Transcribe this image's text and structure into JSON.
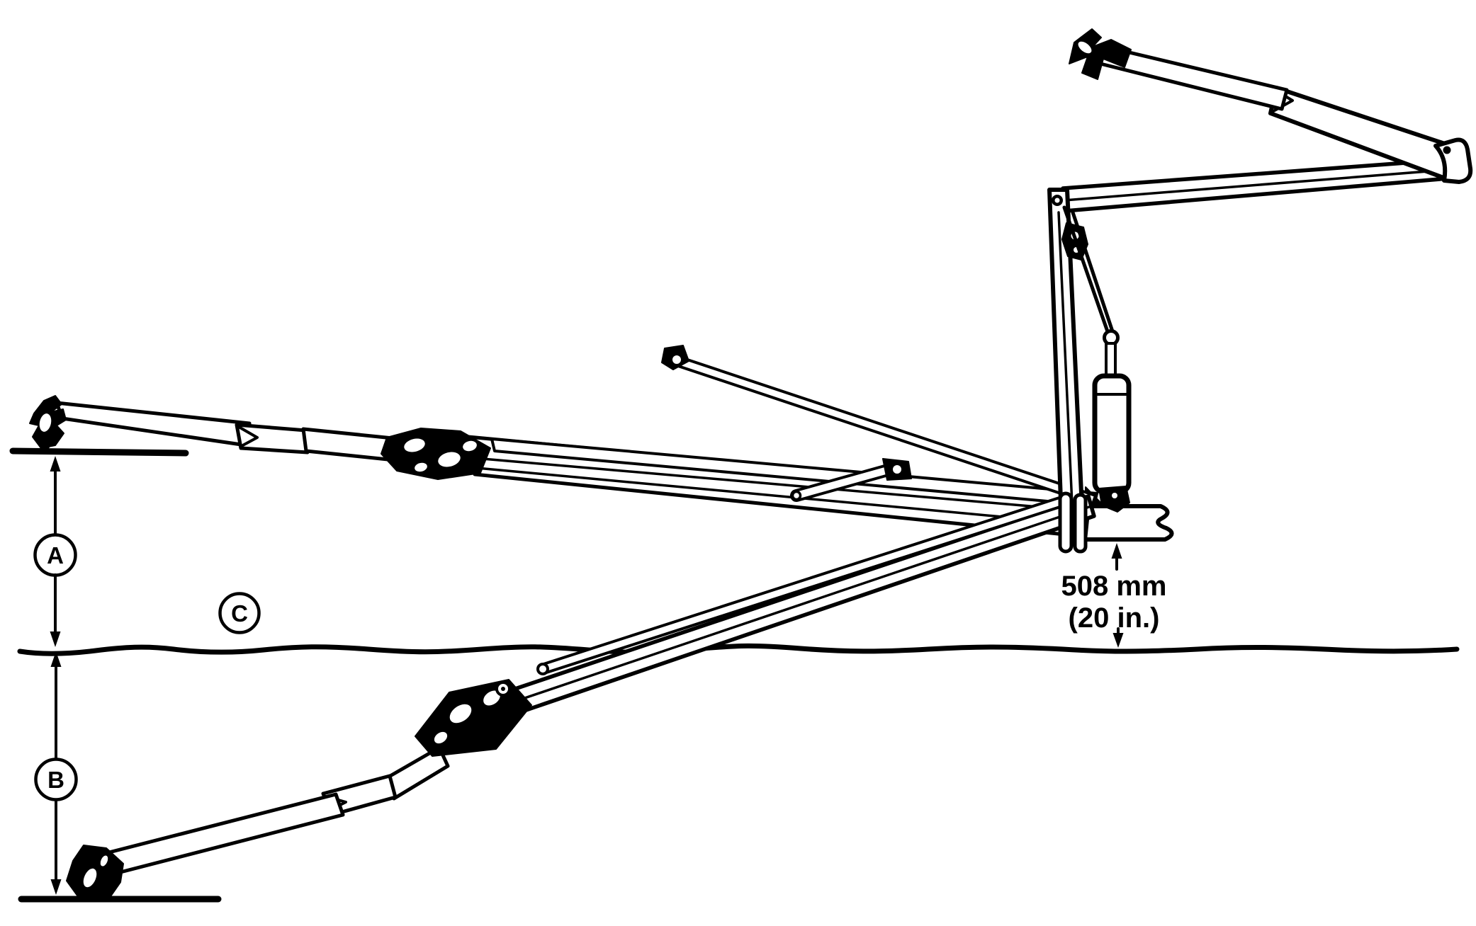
{
  "colors": {
    "ink": "#000000",
    "paper": "#ffffff"
  },
  "figure": {
    "description": "Articulated aerial boom shown in raised, horizontal and below-ground positions with height reference labels"
  },
  "reference_labels": {
    "a": "A",
    "b": "B",
    "c": "C"
  },
  "dimension_callout": {
    "metric": "508 mm",
    "imperial": "(20 in.)"
  }
}
